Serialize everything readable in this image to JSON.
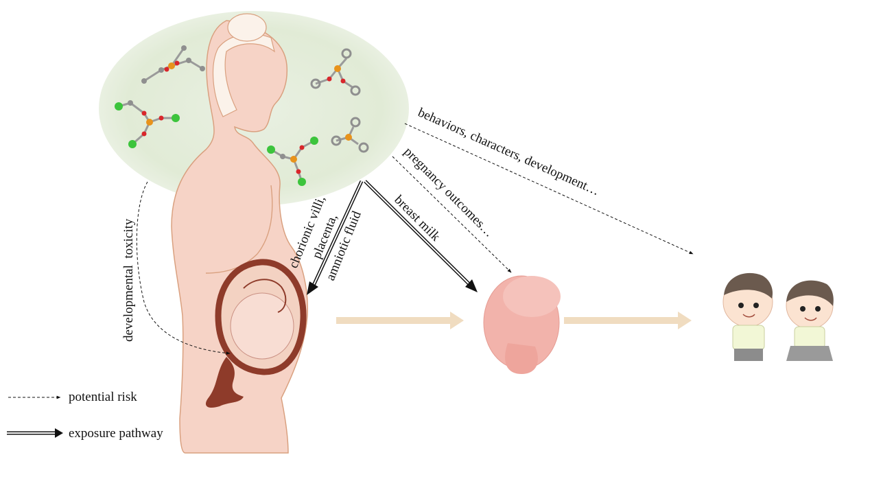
{
  "labels": {
    "developmental_toxicity": "developmental  toxicity",
    "chorionic_villi": "chorionic villi,",
    "placenta": "placenta,",
    "amniotic_fluid": "amniotic fluid",
    "breast_milk": "breast milk",
    "pregnancy_outcomes": "pregnancy outcomes…",
    "behaviors": "behaviors, characters, development…"
  },
  "legend": {
    "potential_risk": "potential risk",
    "exposure_pathway": "exposure pathway"
  },
  "colors": {
    "cloud": "#e3ecd9",
    "skin": "#f6d3c6",
    "outline": "#d9a07f",
    "uterus": "#8e3b2a",
    "fetus": "#f2b3ab",
    "flow_arrow": "#f0dcc0",
    "phosphorus": "#e8931b",
    "oxygen": "#d9262b",
    "chlorine": "#3cc43c",
    "carbon": "#8f8f8f"
  }
}
